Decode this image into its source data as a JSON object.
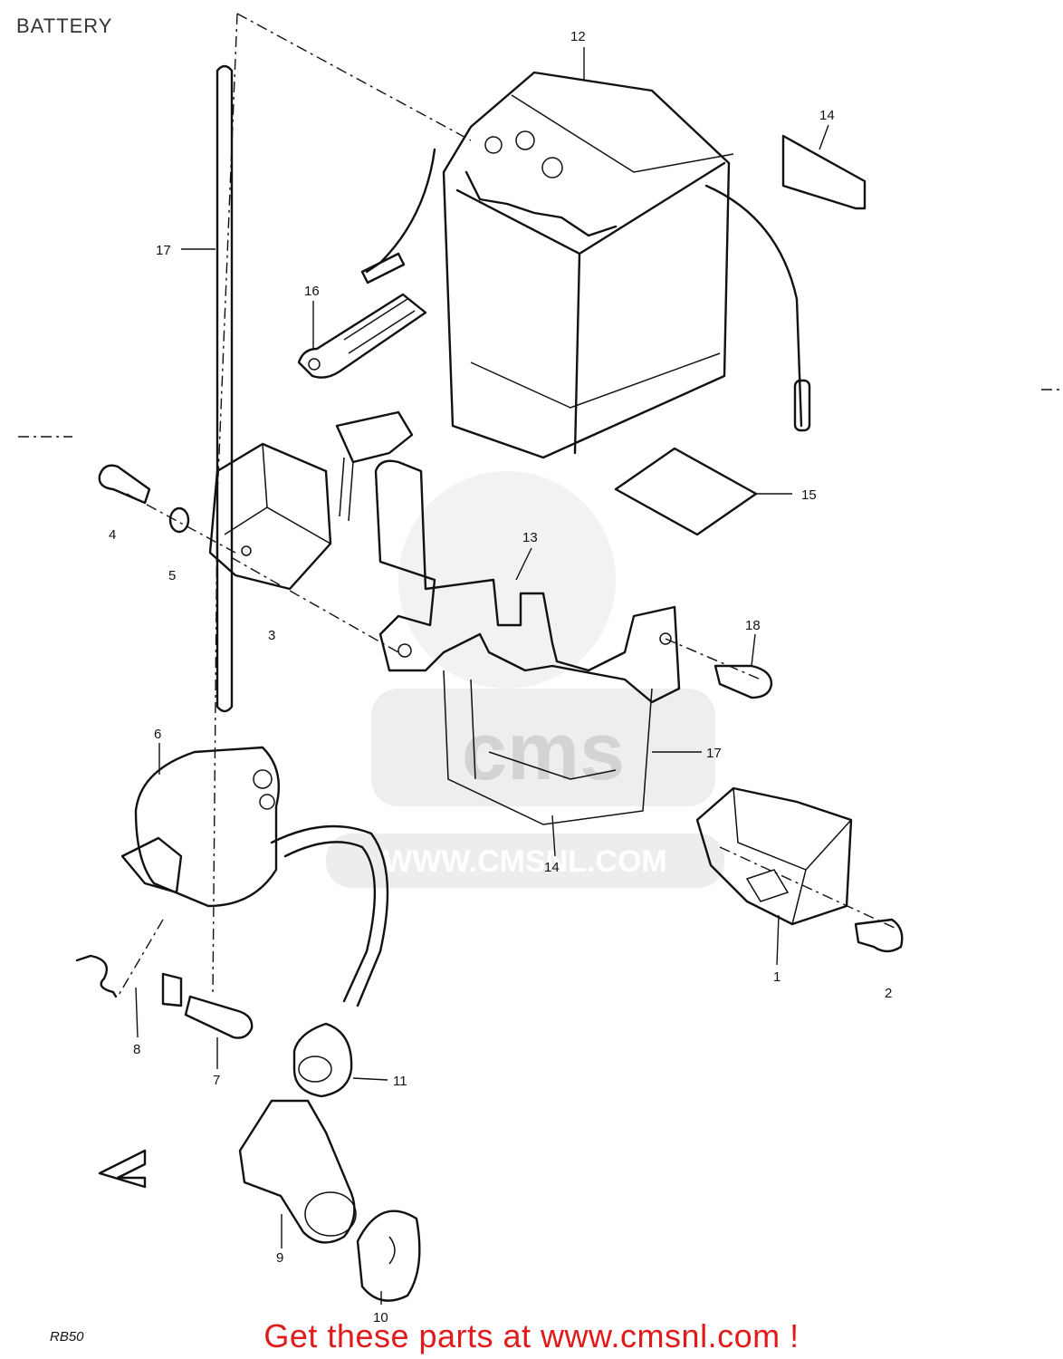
{
  "title": "BATTERY",
  "model_code": "RB50",
  "watermark": "WWW.CMSNL.COM",
  "footer_cta": "Get these parts at www.cmsnl.com !",
  "callouts": [
    {
      "id": "c1",
      "label": "1"
    },
    {
      "id": "c2",
      "label": "2"
    },
    {
      "id": "c3",
      "label": "3"
    },
    {
      "id": "c4",
      "label": "4"
    },
    {
      "id": "c5",
      "label": "5"
    },
    {
      "id": "c6",
      "label": "6"
    },
    {
      "id": "c7",
      "label": "7"
    },
    {
      "id": "c8",
      "label": "8"
    },
    {
      "id": "c9",
      "label": "9"
    },
    {
      "id": "c10",
      "label": "10"
    },
    {
      "id": "c11",
      "label": "11"
    },
    {
      "id": "c12",
      "label": "12"
    },
    {
      "id": "c13",
      "label": "13"
    },
    {
      "id": "c14a",
      "label": "14"
    },
    {
      "id": "c14b",
      "label": "14"
    },
    {
      "id": "c15",
      "label": "15"
    },
    {
      "id": "c16",
      "label": "16"
    },
    {
      "id": "c17a",
      "label": "17"
    },
    {
      "id": "c17b",
      "label": "17"
    },
    {
      "id": "c18",
      "label": "18"
    }
  ],
  "colors": {
    "cta": "#e01b1b",
    "line": "#111111",
    "watermark": "#d6d6d6"
  }
}
